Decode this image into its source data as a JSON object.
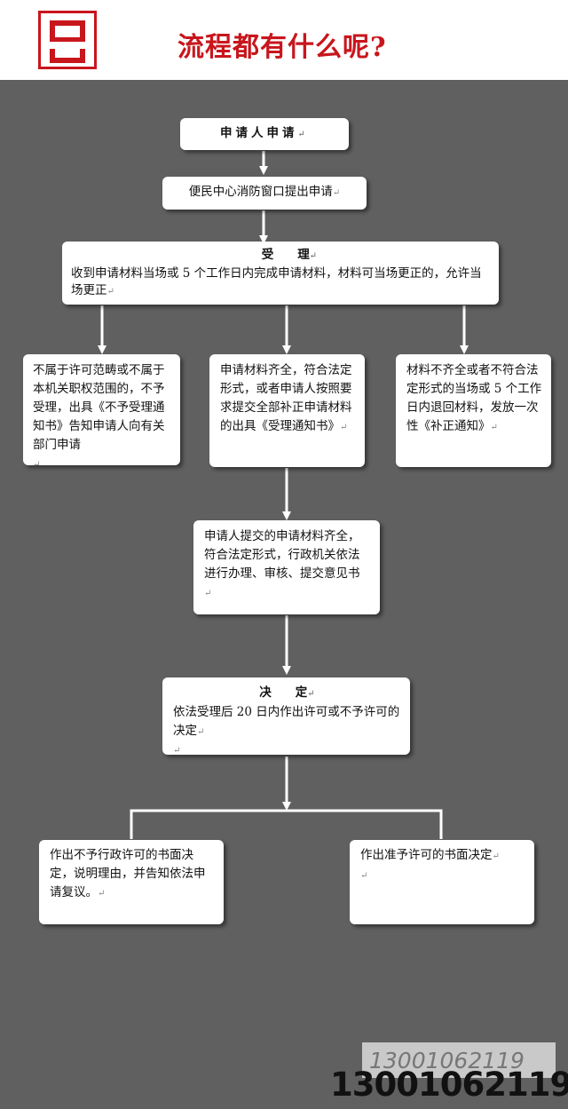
{
  "header": {
    "title": "流程都有什么呢?",
    "brand_color": "#c8161d",
    "logo_icon": "red-square-logo-icon"
  },
  "flow": {
    "applicant": "申请人申请",
    "submit": "便民中心消防窗口提出申请",
    "accept_title": "受　　理",
    "accept_body": "收到申请材料当场或 5 个工作日内完成申请材料，材料可当场更正的，允许当场更正",
    "branch_reject": "不属于许可范畴或不属于本机关职权范围的，不予受理，出具《不予受理通知书》告知申请人向有关部门申请",
    "branch_accept": "申请材料齐全，符合法定形式，或者申请人按照要求提交全部补正申请材料的出具《受理通知书》",
    "branch_supplement": "材料不齐全或者不符合法定形式的当场或 5 个工作日内退回材料，发放一次性《补正通知》",
    "review": "申请人提交的申请材料齐全，符合法定形式，行政机关依法进行办理、审核、提交意见书",
    "decision_title": "决　　定",
    "decision_body": "依法受理后 20 日内作出许可或不予许可的决定",
    "outcome_deny": "作出不予行政许可的书面决定，说明理由，并告知依法申请复议。",
    "outcome_grant": "作出准予许可的书面决定"
  },
  "watermark": {
    "italic_number": "13001062119",
    "phone": "13001062119"
  }
}
